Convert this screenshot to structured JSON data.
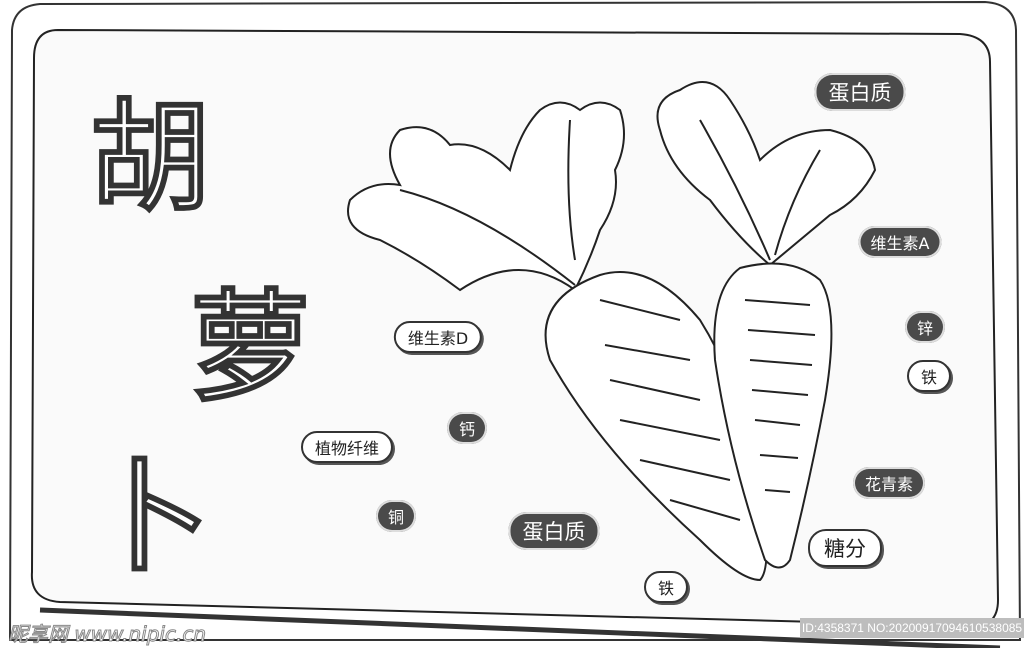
{
  "title_chars": [
    "胡",
    "萝",
    "卜"
  ],
  "labels": [
    {
      "text": "蛋白质",
      "style": "dark"
    },
    {
      "text": "维生素A",
      "style": "dark"
    },
    {
      "text": "锌",
      "style": "dark"
    },
    {
      "text": "铁",
      "style": "outline"
    },
    {
      "text": "维生素D",
      "style": "outline"
    },
    {
      "text": "钙",
      "style": "dark"
    },
    {
      "text": "植物纤维",
      "style": "outline"
    },
    {
      "text": "铜",
      "style": "dark"
    },
    {
      "text": "蛋白质",
      "style": "dark"
    },
    {
      "text": "花青素",
      "style": "dark"
    },
    {
      "text": "糖分",
      "style": "outline"
    },
    {
      "text": "铁",
      "style": "outline"
    }
  ],
  "watermark": {
    "site": "昵享网 www.nipic.cn",
    "id": "ID:4358371 NO:20200917094610538085"
  },
  "colors": {
    "label_dark": "#4a4a4a",
    "outline": "#333333"
  }
}
